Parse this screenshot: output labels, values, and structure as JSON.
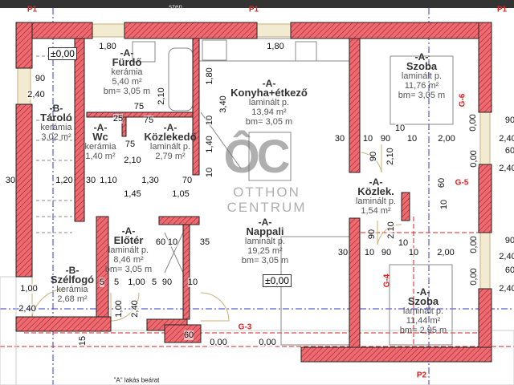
{
  "colors": {
    "wall": "#ee6a70",
    "wall_hatch": "#8a1c22",
    "section_marker": "#dd2222",
    "axis_line": "#3333cc",
    "window": "#c8b27a"
  },
  "top_note": "szen.",
  "rooms": [
    {
      "code": "-A-",
      "name": "Fürdő",
      "floor": "kerámia",
      "area": "5,40 m²",
      "height": "bm= 3,05 m"
    },
    {
      "code": "-B-",
      "name": "Tároló",
      "floor": "kerámia",
      "area": "3,02 m²",
      "height": ""
    },
    {
      "code": "-A-",
      "name": "Wc",
      "floor": "kerámia",
      "area": "1,40 m²",
      "height": ""
    },
    {
      "code": "-A-",
      "name": "Közlekedő",
      "floor": "laminált p.",
      "area": "2,79 m²",
      "height": ""
    },
    {
      "code": "-A-",
      "name": "Konyha+étkező",
      "floor": "laminált p.",
      "area": "13,94 m²",
      "height": "bm= 3,05 m"
    },
    {
      "code": "-A-",
      "name": "Szoba",
      "floor": "laminált p.",
      "area": "11,76 m²",
      "height": "bm= 3,05 m"
    },
    {
      "code": "-A-",
      "name": "Közlek.",
      "floor": "laminált p.",
      "area": "1,54 m²",
      "height": ""
    },
    {
      "code": "-A-",
      "name": "Nappali",
      "floor": "laminált p.",
      "area": "19,25 m²",
      "height": "bm= 3,05 m"
    },
    {
      "code": "-A-",
      "name": "Előtér",
      "floor": "laminált p.",
      "area": "8,46 m²",
      "height": "bm= 3,05 m"
    },
    {
      "code": "-B-",
      "name": "Szélfogó",
      "floor": "kerámia",
      "area": "2,68 m²",
      "height": ""
    },
    {
      "code": "-A-",
      "name": "Szoba",
      "floor": "laminált p.",
      "area": "11,44 m²",
      "height": "bm= 2,95 m"
    }
  ],
  "levels": [
    "±0,00",
    "±0,00"
  ],
  "section_markers": [
    "P1",
    "P1",
    "P1",
    "G-6",
    "G-5",
    "G-4",
    "G-3",
    "P2"
  ],
  "dimensions": [
    "1,80",
    "1,80",
    "1,80",
    "3,40",
    "10",
    "1,40",
    "10",
    "2,10",
    "75",
    "25",
    "75",
    "75",
    "2,10",
    "90",
    "2,40",
    "30",
    "1,20",
    "30",
    "1,10",
    "1,30",
    "70",
    "1,45",
    "1,05",
    "30",
    "10",
    "90",
    "10",
    "10",
    "2,00",
    "0,00",
    "0,00",
    "90",
    "2,40",
    "60",
    "2,40",
    "90",
    "2,10",
    "60",
    "2,10",
    "90",
    "10",
    "30",
    "10",
    "90",
    "10",
    "10",
    "2,00",
    "0,00",
    "0,00",
    "90",
    "2,40",
    "60",
    "2,40",
    "60",
    "10",
    "35",
    "5",
    "5",
    "1,00",
    "5",
    "90",
    "10",
    "1,00",
    "2,40",
    "1,00",
    "2,40",
    "15",
    "60",
    "0,00",
    "0,00"
  ],
  "logo": {
    "mark": "ÔC",
    "line1": "OTTHON",
    "line2": "CENTRUM"
  },
  "entry_label": "\"A\" lakás beárat"
}
